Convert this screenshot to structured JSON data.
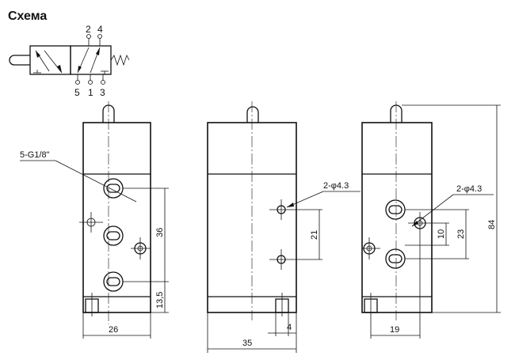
{
  "title": "Схема",
  "symbol": {
    "port_top_left": "2",
    "port_top_right": "4",
    "port_bottom_left": "5",
    "port_bottom_mid": "1",
    "port_bottom_right": "3"
  },
  "dimensions": {
    "thread": "5-G1/8\"",
    "holes_side": "2-φ4.3",
    "holes_right": "2-φ4.3",
    "d36": "36",
    "d13_5": "13,5",
    "d26": "26",
    "d21": "21",
    "d4": "4",
    "d35": "35",
    "d10": "10",
    "d23": "23",
    "d84": "84",
    "d19": "19"
  }
}
